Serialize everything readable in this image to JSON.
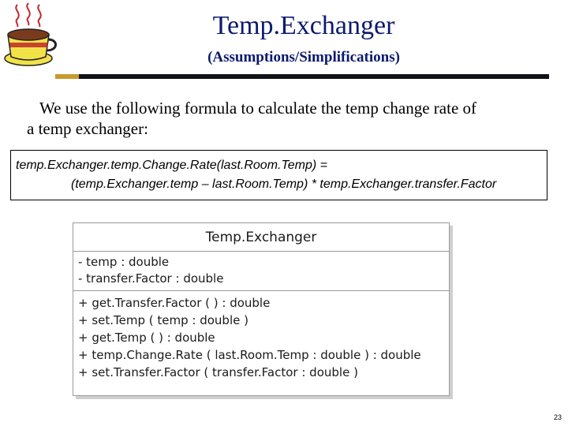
{
  "slide": {
    "title": "Temp.Exchanger",
    "subtitle": "(Assumptions/Simplifications)",
    "body_line1": "We use the following formula to calculate the temp change rate of",
    "body_line2": "a temp exchanger:",
    "page_number": "23"
  },
  "formula": {
    "line1": "temp.Exchanger.temp.Change.Rate(last.Room.Temp) =",
    "line2": "(temp.Exchanger.temp – last.Room.Temp) * temp.Exchanger.transfer.Factor"
  },
  "uml_class": {
    "name": "Temp.Exchanger",
    "attributes": [
      "- temp : double",
      "- transfer.Factor : double"
    ],
    "operations": [
      "+ get.Transfer.Factor ( ) : double",
      "+ set.Temp ( temp : double )",
      "+ get.Temp ( ) : double",
      "+ temp.Change.Rate ( last.Room.Temp : double ) : double",
      "+ set.Transfer.Factor ( transfer.Factor : double )"
    ]
  },
  "colors": {
    "title": "#0c1a6e",
    "rule": "#101418",
    "rule_accent": "#c89a2a"
  },
  "icons": {
    "logo": "coffee-cup-icon"
  }
}
